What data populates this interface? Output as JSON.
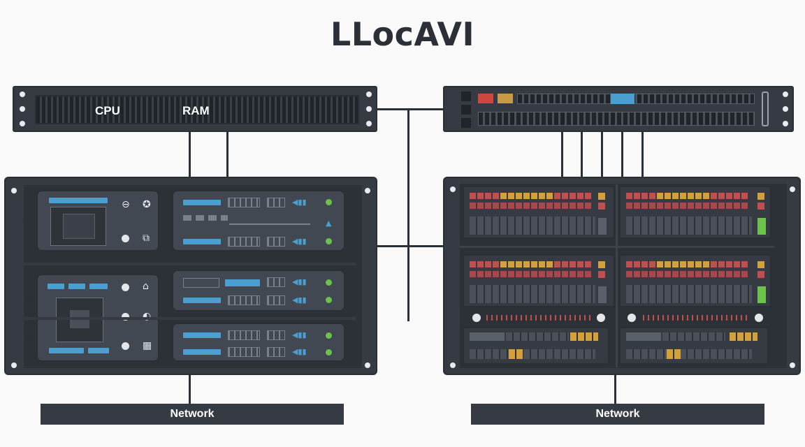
{
  "title": "LLocAVI",
  "top_left_unit": {
    "labels": [
      "CPU",
      "RAM"
    ]
  },
  "network_labels": [
    "Network",
    "Network"
  ],
  "side_marks": [
    "ᒧ",
    "ⵣ",
    "ⵣ"
  ],
  "colors": {
    "rack": "#353a43",
    "accent_blue": "#4a9fd0",
    "led_green": "#6cc24a",
    "led_red": "#c0504d",
    "led_orange": "#d4a03a",
    "wire": "#2b2f36"
  }
}
